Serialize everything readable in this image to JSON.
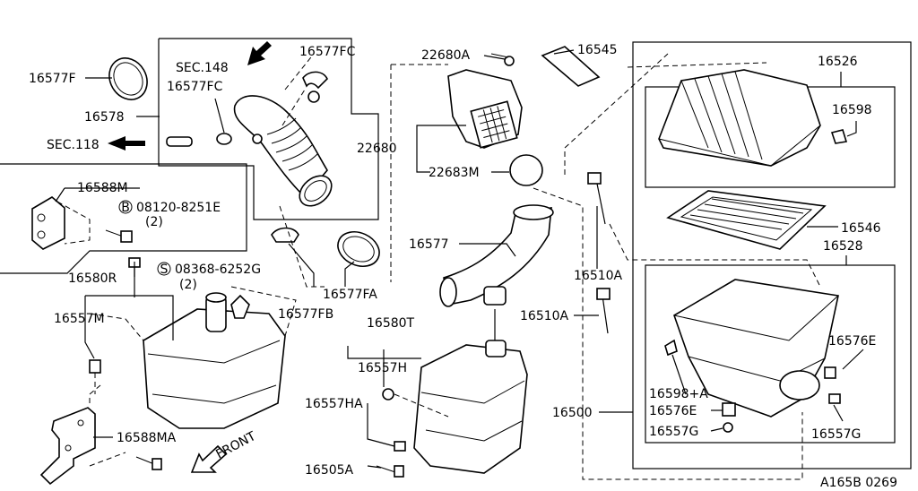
{
  "labels": {
    "p16577FC_top": "16577FC",
    "sec148": "SEC.148",
    "p16577F": "16577F",
    "p16577FC": "16577FC",
    "p16578": "16578",
    "sec118": "SEC.118",
    "p16588M": "16588M",
    "bolt_b": "08120-8251E",
    "bolt_b_qty": "(2)",
    "p16580R": "16580R",
    "bolt_s": "08368-6252G",
    "bolt_s_qty": "(2)",
    "p16557M": "16557M",
    "p16577FB": "16577FB",
    "p16577FA": "16577FA",
    "p16588MA": "16588MA",
    "front": "FRONT",
    "p22680A": "22680A",
    "p22680": "22680",
    "p22683M": "22683M",
    "p16545": "16545",
    "p16577": "16577",
    "p16580T": "16580T",
    "p16557H": "16557H",
    "p16557HA": "16557HA",
    "p16505A": "16505A",
    "p16510A_a": "16510A",
    "p16510A_b": "16510A",
    "p16500": "16500",
    "p16526": "16526",
    "p16598": "16598",
    "p16546": "16546",
    "p16528": "16528",
    "p16576E_a": "16576E",
    "p16598A": "16598+A",
    "p16576E_b": "16576E",
    "p16557G_a": "16557G",
    "p16557G_b": "16557G",
    "ref_code": "A165B 0269"
  },
  "markers": {
    "b": "B",
    "s": "S"
  }
}
